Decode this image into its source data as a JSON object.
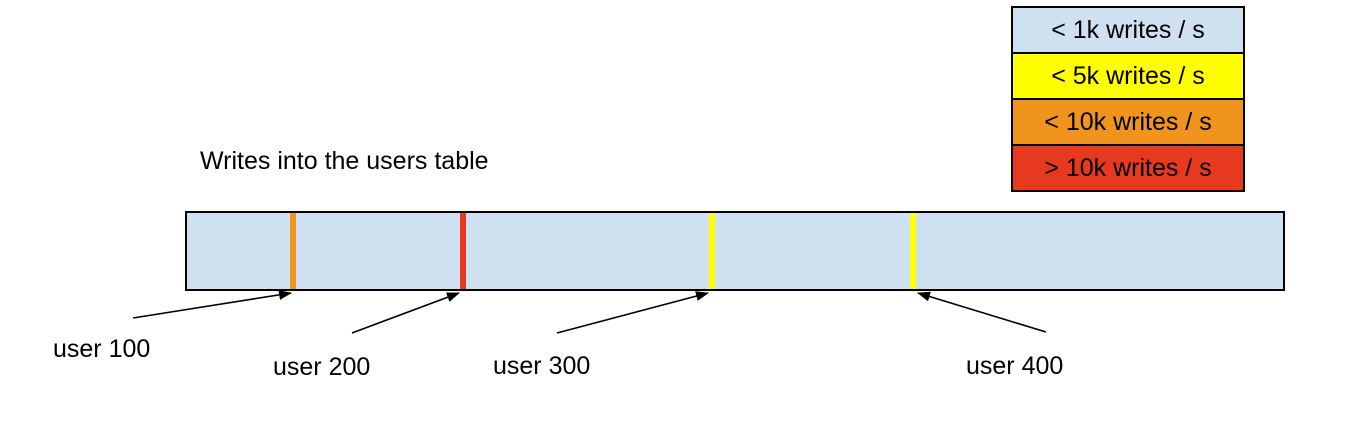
{
  "title": "Writes into the users table",
  "legend": {
    "items": [
      {
        "label": "< 1k writes / s",
        "color": "#cfe0f1"
      },
      {
        "label": "< 5k writes / s",
        "color": "#ffff00"
      },
      {
        "label": "< 10k writes / s",
        "color": "#f0941e"
      },
      {
        "label": "> 10k writes / s",
        "color": "#e6391e"
      }
    ]
  },
  "bar": {
    "fill": "#cfe0f1",
    "border_color": "#000000",
    "stripes": [
      {
        "user": "user 100",
        "rate": "< 10k writes / s",
        "color": "#f0941e",
        "position_pct": 9.4
      },
      {
        "user": "user 200",
        "rate": "> 10k writes / s",
        "color": "#e6391e",
        "position_pct": 24.9
      },
      {
        "user": "user 300",
        "rate": "< 5k writes / s",
        "color": "#ffff00",
        "position_pct": 47.6
      },
      {
        "user": "user 400",
        "rate": "< 5k writes / s",
        "color": "#ffff00",
        "position_pct": 66.0
      }
    ]
  }
}
